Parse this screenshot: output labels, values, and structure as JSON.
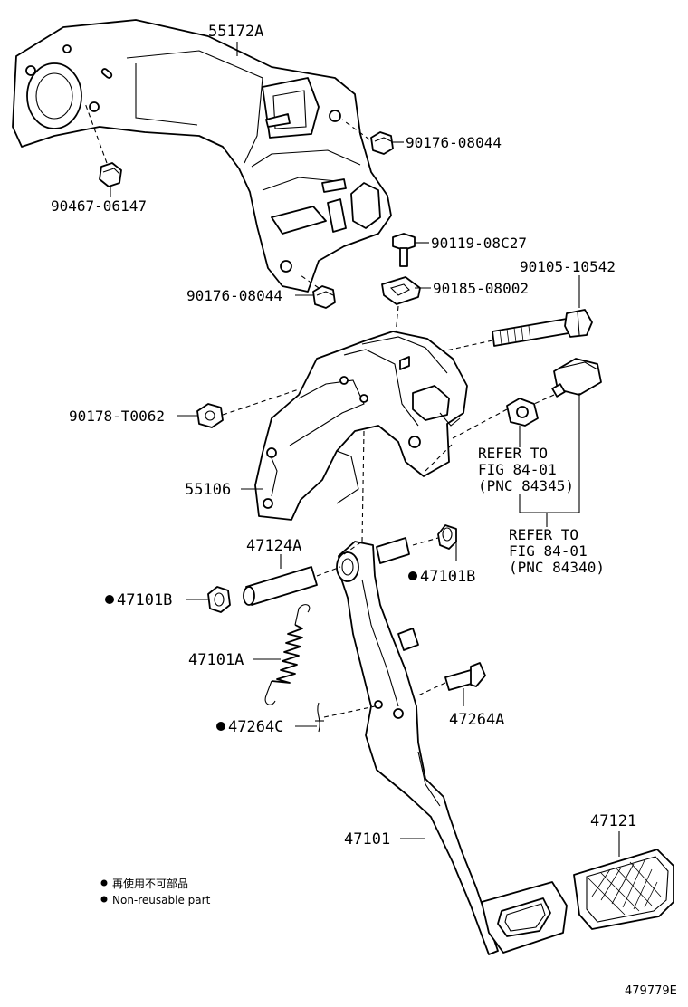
{
  "callouts": {
    "c55172A": "55172A",
    "c90176_08044_top": "90176-08044",
    "c90467_06147": "90467-06147",
    "c90119_08C27": "90119-08C27",
    "c90105_10542": "90105-10542",
    "c90176_08044_bottom": "90176-08044",
    "c90185_08002": "90185-08002",
    "c90178_T0062": "90178-T0062",
    "c55106": "55106",
    "c47124A": "47124A",
    "c47101B_right": "47101B",
    "c47101B_left": "47101B",
    "c47101A": "47101A",
    "c47264C": "47264C",
    "c47264A": "47264A",
    "c47121": "47121",
    "c47101": "47101"
  },
  "references": {
    "ref1": {
      "line1": "REFER TO",
      "line2": "FIG 84-01",
      "line3": "(PNC 84345)"
    },
    "ref2": {
      "line1": "REFER TO",
      "line2": "FIG 84-01",
      "line3": "(PNC 84340)"
    }
  },
  "legend": {
    "item1": "再使用不可部品",
    "item2": "Non-reusable part"
  },
  "figure_number": "479779E"
}
